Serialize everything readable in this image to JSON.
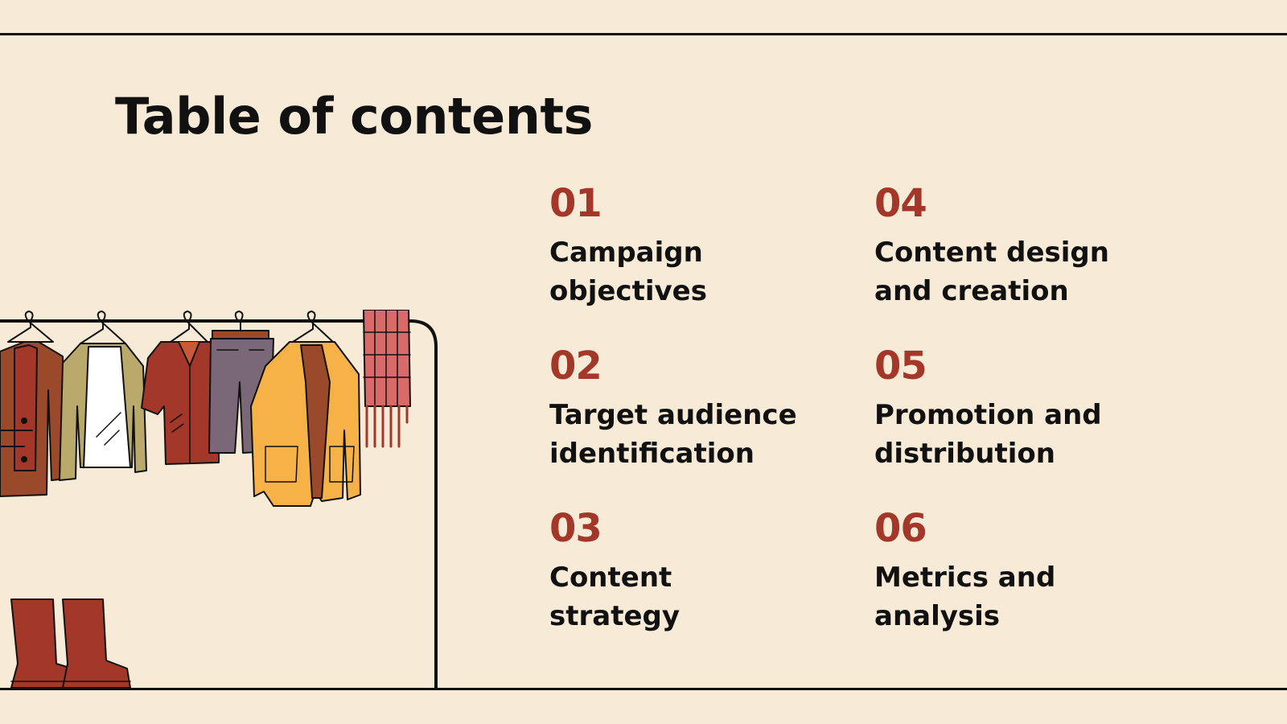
{
  "slide": {
    "title": "Table of contents",
    "items": [
      {
        "number": "01",
        "label": "Campaign objectives"
      },
      {
        "number": "02",
        "label": "Target audience identification"
      },
      {
        "number": "03",
        "label": "Content strategy"
      },
      {
        "number": "04",
        "label": "Content design and creation"
      },
      {
        "number": "05",
        "label": "Promotion and distribution"
      },
      {
        "number": "06",
        "label": "Metrics and analysis"
      }
    ]
  },
  "colors": {
    "background": "#f7ead7",
    "accent": "#a3372a",
    "text": "#111111"
  },
  "illustration": {
    "icon": "clothing-rack-icon"
  }
}
